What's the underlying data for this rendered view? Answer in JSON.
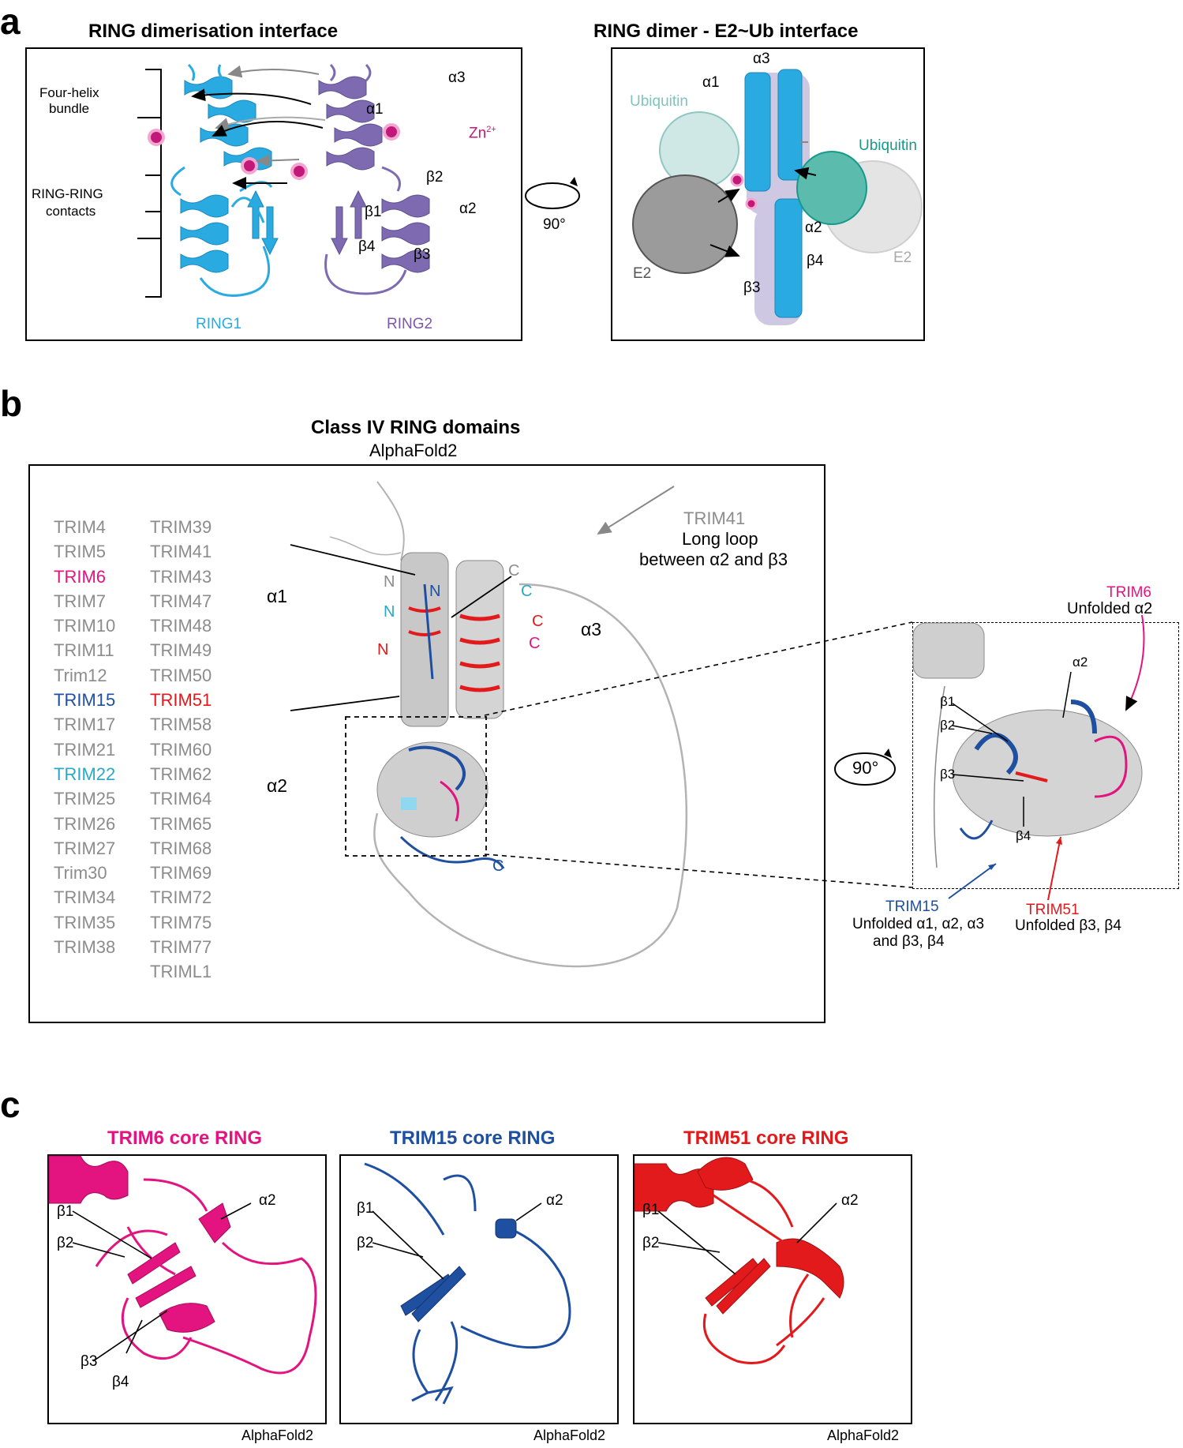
{
  "panel_a": {
    "letter": "a",
    "left": {
      "title": "RING dimerisation interface",
      "bracket_top": "Four-helix bundle",
      "bracket_top_l1": "Four-helix",
      "bracket_top_l2": "bundle",
      "bracket_bottom_l1": "RING-RING",
      "bracket_bottom_l2": "contacts",
      "alpha3": "α3",
      "alpha1": "α1",
      "zn": "Zn",
      "zn_sup": "2+",
      "beta2": "β2",
      "beta1": "β1",
      "alpha2": "α2",
      "beta4": "β4",
      "beta3": "β3",
      "ring1": "RING1",
      "ring2": "RING2"
    },
    "rotation": "90°",
    "right": {
      "title": "RING dimer - E2~Ub interface",
      "alpha3": "α3",
      "alpha1": "α1",
      "ubiquitin_left": "Ubiquitin",
      "ubiquitin_right": "Ubiquitin",
      "alpha2": "α2",
      "beta4": "β4",
      "beta3": "β3",
      "e2_left": "E2",
      "e2_right": "E2"
    }
  },
  "panel_b": {
    "letter": "b",
    "title": "Class IV RING domains",
    "subtitle": "AlphaFold2",
    "trim_col1": [
      {
        "name": "TRIM4",
        "color": "#8c8c8c"
      },
      {
        "name": "TRIM5",
        "color": "#8c8c8c"
      },
      {
        "name": "TRIM6",
        "color": "#e3147f"
      },
      {
        "name": "TRIM7",
        "color": "#8c8c8c"
      },
      {
        "name": "TRIM10",
        "color": "#8c8c8c"
      },
      {
        "name": "TRIM11",
        "color": "#8c8c8c"
      },
      {
        "name": "Trim12",
        "color": "#8c8c8c"
      },
      {
        "name": "TRIM15",
        "color": "#1e4fa0"
      },
      {
        "name": "TRIM17",
        "color": "#8c8c8c"
      },
      {
        "name": "TRIM21",
        "color": "#8c8c8c"
      },
      {
        "name": "TRIM22",
        "color": "#29a9c7"
      },
      {
        "name": "TRIM25",
        "color": "#8c8c8c"
      },
      {
        "name": "TRIM26",
        "color": "#8c8c8c"
      },
      {
        "name": "TRIM27",
        "color": "#8c8c8c"
      },
      {
        "name": "Trim30",
        "color": "#8c8c8c"
      },
      {
        "name": "TRIM34",
        "color": "#8c8c8c"
      },
      {
        "name": "TRIM35",
        "color": "#8c8c8c"
      },
      {
        "name": "TRIM38",
        "color": "#8c8c8c"
      }
    ],
    "trim_col2": [
      {
        "name": "TRIM39",
        "color": "#8c8c8c"
      },
      {
        "name": "TRIM41",
        "color": "#8c8c8c"
      },
      {
        "name": "TRIM43",
        "color": "#8c8c8c"
      },
      {
        "name": "TRIM47",
        "color": "#8c8c8c"
      },
      {
        "name": "TRIM48",
        "color": "#8c8c8c"
      },
      {
        "name": "TRIM49",
        "color": "#8c8c8c"
      },
      {
        "name": "TRIM50",
        "color": "#8c8c8c"
      },
      {
        "name": "TRIM51",
        "color": "#e31a1c"
      },
      {
        "name": "TRIM58",
        "color": "#8c8c8c"
      },
      {
        "name": "TRIM60",
        "color": "#8c8c8c"
      },
      {
        "name": "TRIM62",
        "color": "#8c8c8c"
      },
      {
        "name": "TRIM64",
        "color": "#8c8c8c"
      },
      {
        "name": "TRIM65",
        "color": "#8c8c8c"
      },
      {
        "name": "TRIM68",
        "color": "#8c8c8c"
      },
      {
        "name": "TRIM69",
        "color": "#8c8c8c"
      },
      {
        "name": "TRIM72",
        "color": "#8c8c8c"
      },
      {
        "name": "TRIM75",
        "color": "#8c8c8c"
      },
      {
        "name": "TRIM77",
        "color": "#8c8c8c"
      },
      {
        "name": "TRIML1",
        "color": "#8c8c8c"
      }
    ],
    "trim41_label": "TRIM41",
    "long_loop_l1": "Long loop",
    "long_loop_l2": "between α2 and β3",
    "alpha1": "α1",
    "alpha3": "α3",
    "alpha2": "α2",
    "n_label": "N",
    "c_label": "C",
    "rotation": "90°",
    "zoom": {
      "trim6": "TRIM6",
      "trim6_desc": "Unfolded α2",
      "alpha2": "α2",
      "beta1": "β1",
      "beta2": "β2",
      "beta3": "β3",
      "beta4": "β4",
      "trim15": "TRIM15",
      "trim15_desc_l1": "Unfolded α1, α2, α3",
      "trim15_desc_l2": "and β3, β4",
      "trim51": "TRIM51",
      "trim51_desc": "Unfolded β3, β4"
    }
  },
  "panel_c": {
    "letter": "c",
    "trim6": {
      "title": "TRIM6 core RING",
      "color": "#e3147f",
      "beta1": "β1",
      "beta2": "β2",
      "beta3": "β3",
      "beta4": "β4",
      "alpha2": "α2",
      "source": "AlphaFold2"
    },
    "trim15": {
      "title": "TRIM15 core RING",
      "color": "#1e4fa0",
      "beta1": "β1",
      "beta2": "β2",
      "alpha2": "α2",
      "source": "AlphaFold2"
    },
    "trim51": {
      "title": "TRIM51 core RING",
      "color": "#e31a1c",
      "beta1": "β1",
      "beta2": "β2",
      "alpha2": "α2",
      "source": "AlphaFold2"
    }
  },
  "colors": {
    "ring1": "#29abe2",
    "ring2": "#7e6ab1",
    "zinc": "#c2187a",
    "ubiquitin": "#17998a",
    "trim6": "#e3147f",
    "trim15": "#1e4fa0",
    "trim51": "#e31a1c",
    "trim22": "#29a9c7",
    "grey": "#8c8c8c"
  }
}
